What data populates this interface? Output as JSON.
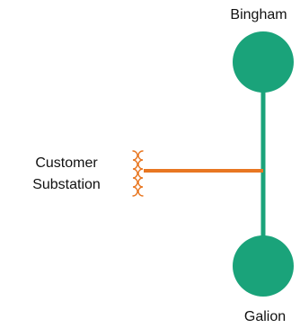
{
  "diagram": {
    "nodes": {
      "top": {
        "label": "Bingham"
      },
      "bottom": {
        "label": "Galion"
      },
      "tap": {
        "label_line1": "Customer",
        "label_line2": "Substation"
      }
    },
    "colors": {
      "line": "#1aa37a",
      "node": "#1aa37a",
      "tap_line": "#e87722",
      "transformer": "#e87722",
      "text": "#111111"
    },
    "icons": {
      "tap": "transformer-icon"
    }
  }
}
